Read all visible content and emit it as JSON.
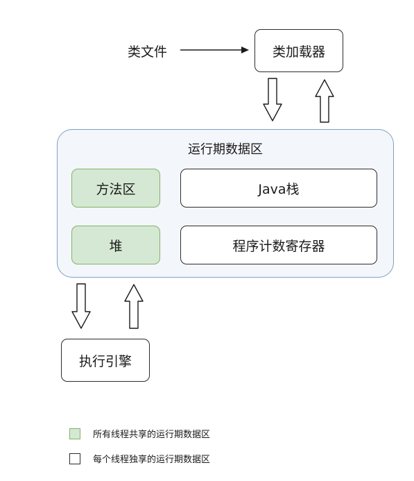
{
  "diagram": {
    "class_file": "类文件",
    "class_loader": "类加载器",
    "runtime_area": {
      "title": "运行期数据区",
      "method_area": "方法区",
      "heap": "堆",
      "java_stack": "Java栈",
      "program_counter": "程序计数寄存器"
    },
    "execution_engine": "执行引擎"
  },
  "legend": {
    "shared": "所有线程共享的运行期数据区",
    "private": "每个线程独享的运行期数据区"
  },
  "colors": {
    "shared_fill": "#d5e8d4",
    "shared_border": "#82b366",
    "runtime_fill": "#f3f6fb",
    "runtime_border": "#7f9fc2"
  }
}
